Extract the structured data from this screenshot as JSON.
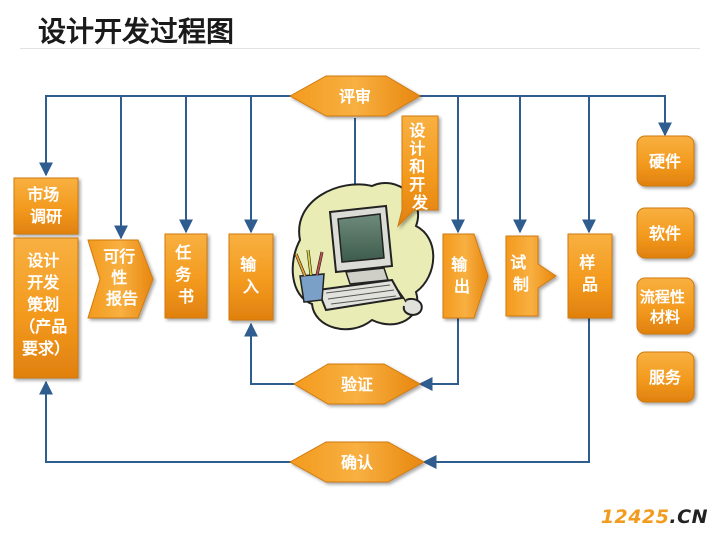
{
  "title": "设计开发过程图",
  "nodes": {
    "market": [
      "市场",
      "调研"
    ],
    "plan": [
      "设计",
      "开发",
      "策划",
      "（产品",
      "要求）"
    ],
    "feasibility": [
      "可行",
      "性",
      "报告"
    ],
    "task": [
      "任",
      "务",
      "书"
    ],
    "input": [
      "输",
      "入"
    ],
    "design": [
      "设",
      "计",
      "和",
      "开",
      "发"
    ],
    "output": [
      "输",
      "出"
    ],
    "trial": [
      "试",
      "制"
    ],
    "sample": [
      "样",
      "品"
    ],
    "review": "评审",
    "verify": "验证",
    "confirm": "确认"
  },
  "outputs": [
    [
      "硬件"
    ],
    [
      "软件"
    ],
    [
      "流程性",
      "材料"
    ],
    [
      "服务"
    ]
  ],
  "watermark": {
    "number": "12425",
    "domain": ".CN"
  },
  "colors": {
    "orange": "#f39a1e",
    "orange_dark": "#e07b0c",
    "arrow": "#2f5d8f"
  }
}
